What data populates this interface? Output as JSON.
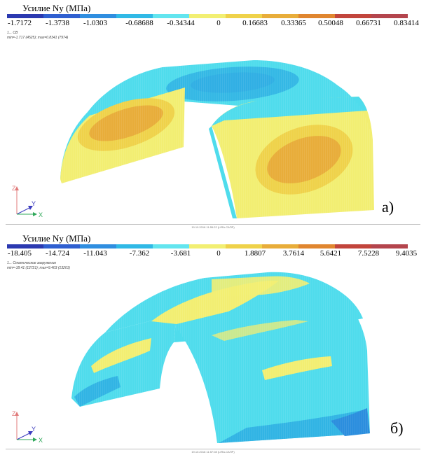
{
  "panels": [
    {
      "legend_title": "Усилие Ny (МПа)",
      "ticks": [
        "-1.7172",
        "-1.3738",
        "-1.0303",
        "-0.68688",
        "-0.34344",
        "0",
        "0.16683",
        "0.33365",
        "0.50048",
        "0.66731",
        "0.83414"
      ],
      "caption_line1": "1... СВ",
      "caption_line2": "min=-1.717 (4525); max=0.8341 (7974)",
      "axes": {
        "z": "Z",
        "y": "Y",
        "x": "X"
      },
      "letter": "а)",
      "footer": "19.10.2018 11:55:22 (LIRA-САПР)"
    },
    {
      "legend_title": "Усилие Ny (МПа)",
      "ticks": [
        "-18.405",
        "-14.724",
        "-11.043",
        "-7.362",
        "-3.681",
        "0",
        "1.8807",
        "3.7614",
        "5.6421",
        "7.5228",
        "9.4035"
      ],
      "caption_line1": "1... Статическое загружение",
      "caption_line2": "min=-18.41 (12721); max=9.403 (13201)",
      "axes": {
        "z": "Z",
        "y": "Y",
        "x": "X"
      },
      "letter": "б)",
      "footer": "19.10.2018 11:57:08 (LIRA-САПР)"
    }
  ],
  "colorbar": [
    "#2b39b0",
    "#2f5fd0",
    "#2f8ee0",
    "#30b9e6",
    "#63e5ef",
    "#f2ef72",
    "#efd24a",
    "#e8ad3a",
    "#e0862f",
    "#c2453c",
    "#b4454d"
  ],
  "colors": {
    "negative_main": "#4fdcec",
    "negative_deep": "#31b4e4",
    "negative_strong": "#2b8ede",
    "positive_main": "#f2ee72",
    "positive_mid": "#efd24a",
    "positive_strong": "#e8ad3a"
  }
}
